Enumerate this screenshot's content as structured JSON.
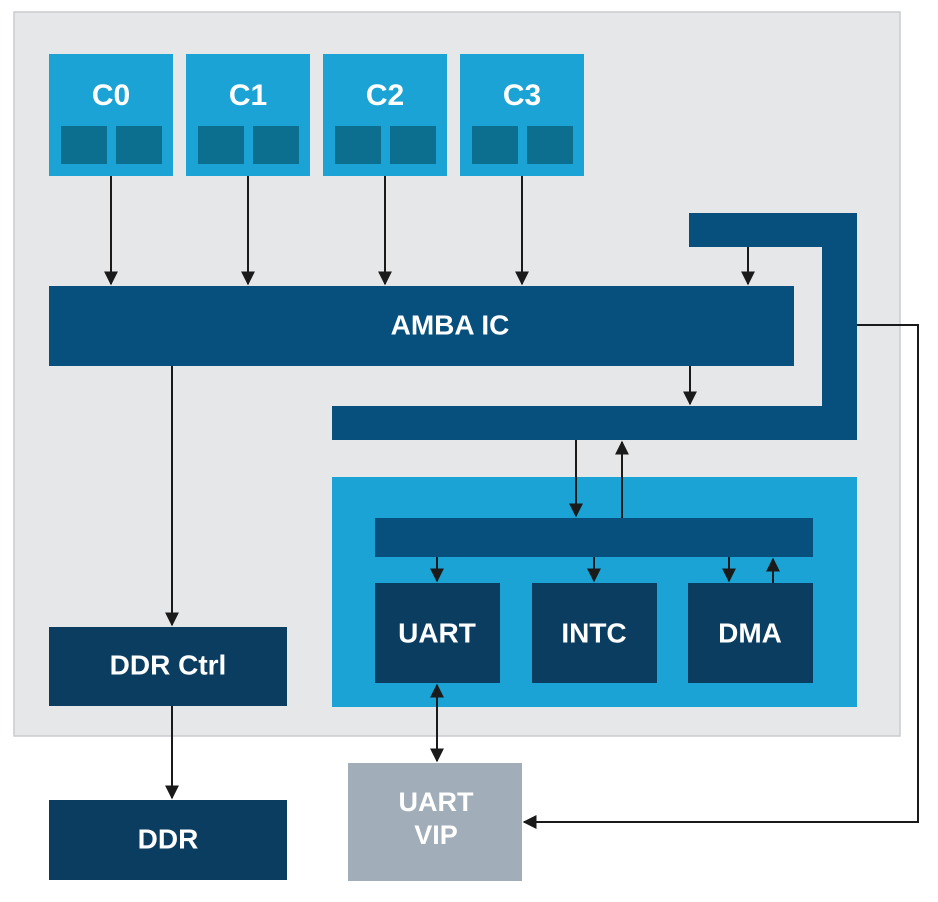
{
  "blocks": {
    "cores": [
      "C0",
      "C1",
      "C2",
      "C3"
    ],
    "amba_ic": "AMBA IC",
    "uart": "UART",
    "intc": "INTC",
    "dma": "DMA",
    "ddr_ctrl": "DDR Ctrl",
    "ddr": "DDR",
    "uart_vip_line1": "UART",
    "uart_vip_line2": "VIP"
  },
  "colors": {
    "soc_background": "#e6e7e9",
    "core_light_blue": "#1aa3d4",
    "core_cache_blue": "#0d6f8f",
    "bus_blue": "#07507d",
    "peripheral_panel": "#1aa3d4",
    "dark_navy": "#0b3d61",
    "vip_gray": "#a1adb8",
    "wire": "#1a1a1a"
  }
}
